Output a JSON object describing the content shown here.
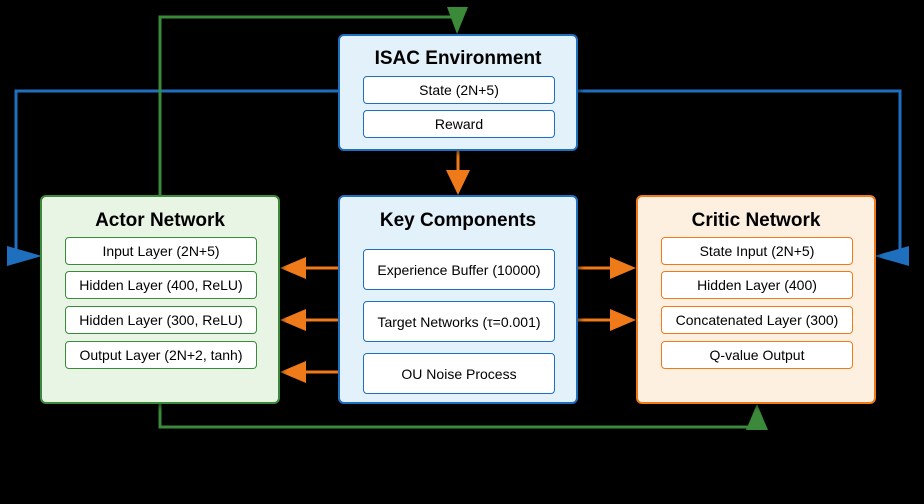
{
  "environment": {
    "title": "ISAC Environment",
    "items": [
      "State (2N+5)",
      "Reward"
    ]
  },
  "key_components": {
    "title": "Key Components",
    "items": [
      "Experience Buffer (10000)",
      "Target Networks (τ=0.001)",
      "OU Noise Process"
    ]
  },
  "actor": {
    "title": "Actor Network",
    "items": [
      "Input Layer (2N+5)",
      "Hidden Layer (400, ReLU)",
      "Hidden Layer (300, ReLU)",
      "Output Layer (2N+2, tanh)"
    ]
  },
  "critic": {
    "title": "Critic Network",
    "items": [
      "State Input (2N+5)",
      "Hidden Layer (400)",
      "Concatenated Layer (300)",
      "Q-value Output"
    ]
  },
  "colors": {
    "background": "#000000",
    "blue": "#1f6fbf",
    "green": "#3a8a3a",
    "orange": "#ef7a1a",
    "blue_fill": "#e3f1fb",
    "green_fill": "#e8f5e5",
    "orange_fill": "#fdf0e0"
  }
}
